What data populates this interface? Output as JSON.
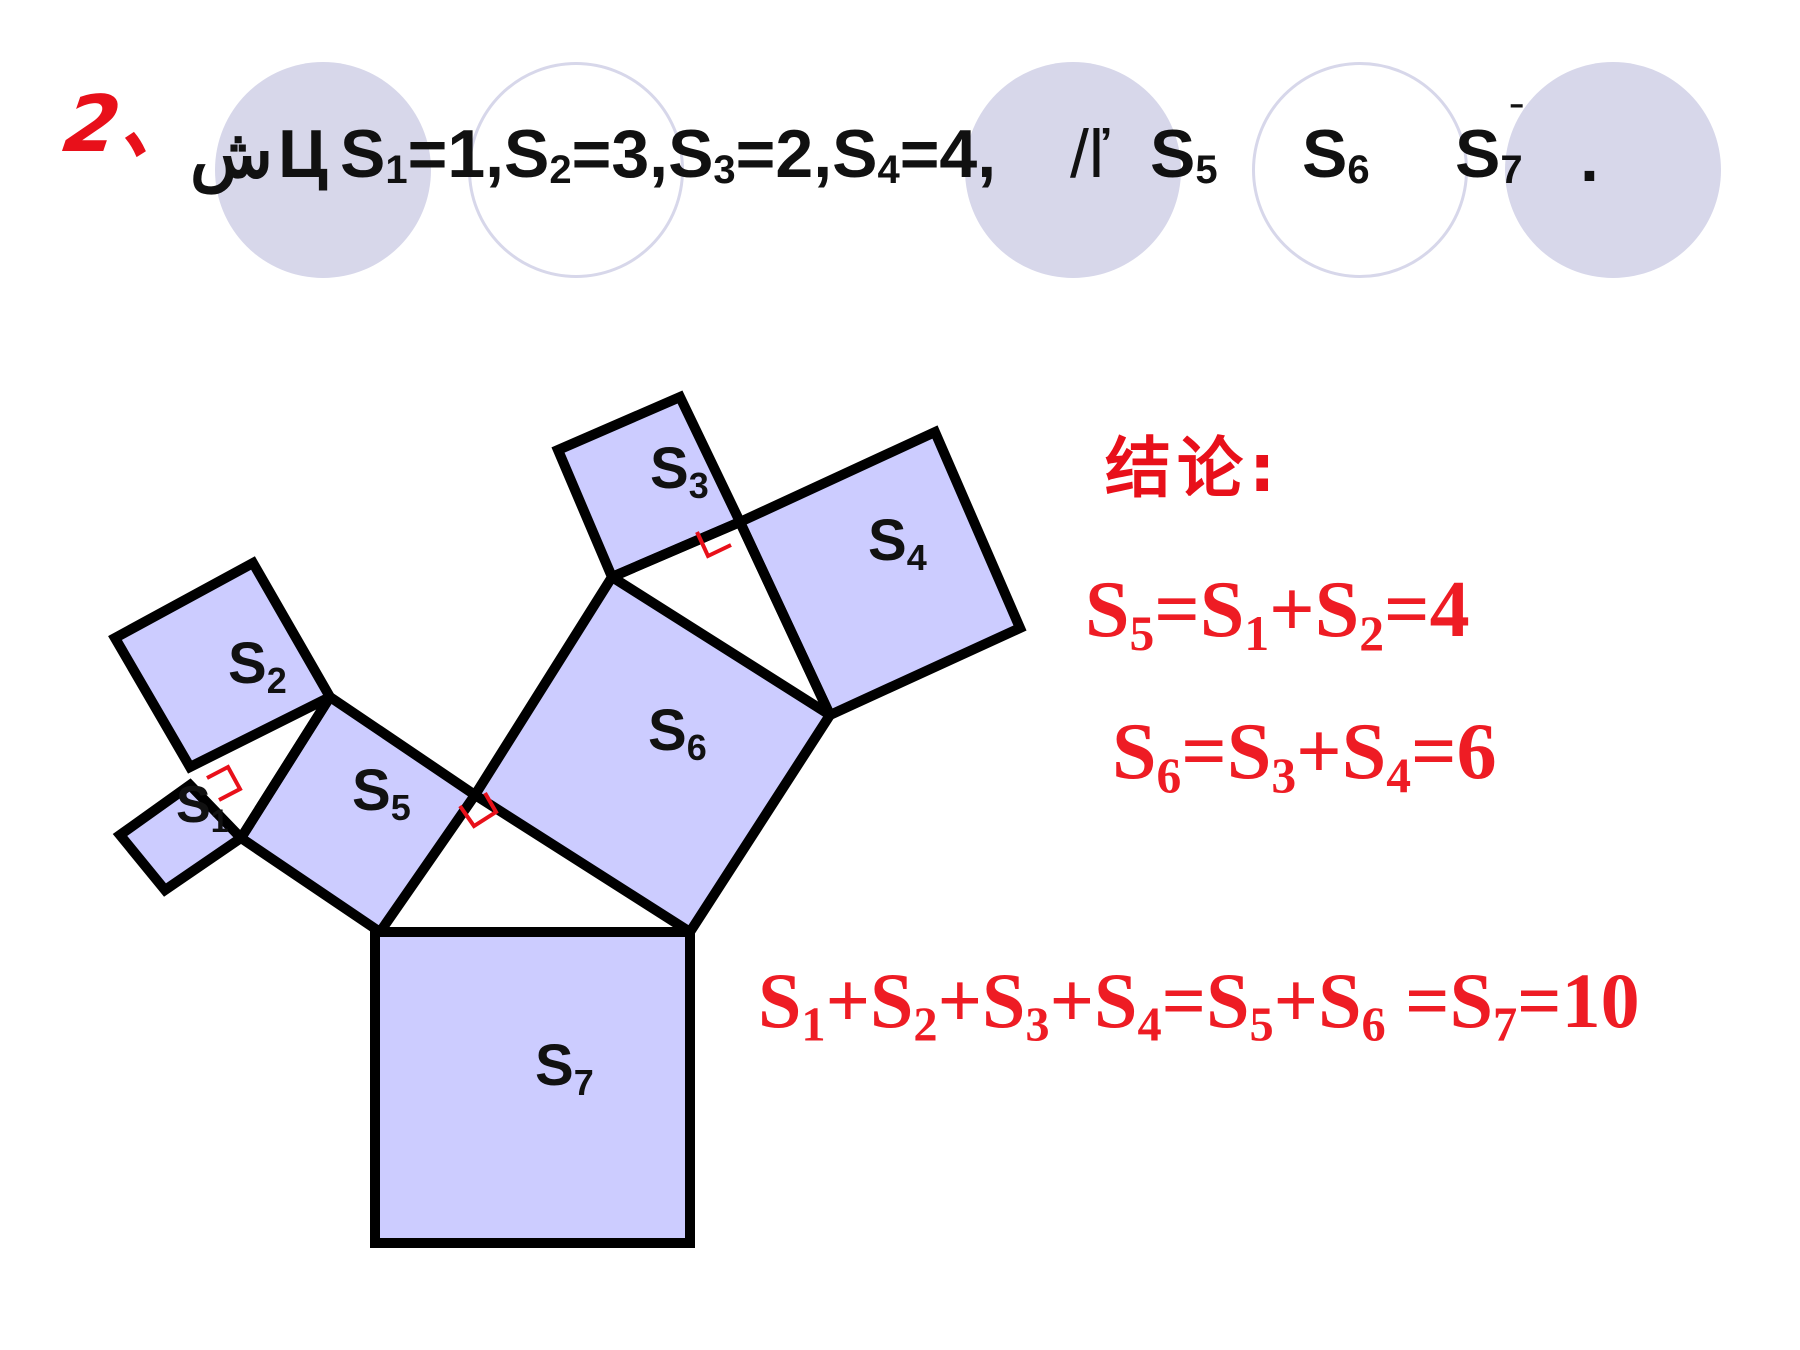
{
  "header": {
    "problem_number": "2、",
    "prefix_glyph": "ش",
    "garbled_1": "Ц",
    "givens": [
      {
        "label": "S",
        "sub": "1",
        "value": "=1,"
      },
      {
        "label": "S",
        "sub": "2",
        "value": "=3,"
      },
      {
        "label": "S",
        "sub": "3",
        "value": "=2,"
      },
      {
        "label": "S",
        "sub": "4",
        "value": "=4,"
      }
    ],
    "garbled_2": "/ľ",
    "asked": [
      {
        "label": "S",
        "sub": "5"
      },
      {
        "label": "S",
        "sub": "6"
      },
      {
        "label": "S",
        "sub": "7"
      }
    ],
    "garbled_3": "ˉ",
    "end_period": "."
  },
  "diagram": {
    "squares": [
      {
        "label": "S",
        "sub": "1"
      },
      {
        "label": "S",
        "sub": "2"
      },
      {
        "label": "S",
        "sub": "3"
      },
      {
        "label": "S",
        "sub": "4"
      },
      {
        "label": "S",
        "sub": "5"
      },
      {
        "label": "S",
        "sub": "6"
      },
      {
        "label": "S",
        "sub": "7"
      }
    ],
    "fill_color": "#ccccff",
    "stroke_color": "#000000",
    "right_angle_color": "#e8101a"
  },
  "conclusion": {
    "title": "结论:",
    "formula_1": [
      {
        "t": "S",
        "s": "5"
      },
      {
        "t": "=S",
        "s": "1"
      },
      {
        "t": "+S",
        "s": "2"
      },
      {
        "t": "=4",
        "s": ""
      }
    ],
    "formula_2": [
      {
        "t": "S",
        "s": "6"
      },
      {
        "t": "=S",
        "s": "3"
      },
      {
        "t": "+S",
        "s": "4"
      },
      {
        "t": "=6",
        "s": ""
      }
    ],
    "formula_3": [
      {
        "t": "S",
        "s": "1"
      },
      {
        "t": "+S",
        "s": "2"
      },
      {
        "t": "+S",
        "s": "3"
      },
      {
        "t": "+S",
        "s": "4"
      },
      {
        "t": "=S",
        "s": "5"
      },
      {
        "t": "+S",
        "s": "6"
      },
      {
        "t": " =S",
        "s": "7"
      },
      {
        "t": "=10",
        "s": ""
      }
    ],
    "color": "#ee1c24"
  }
}
